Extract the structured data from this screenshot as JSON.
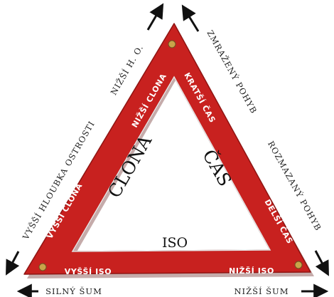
{
  "colors": {
    "band": "#c8211f",
    "band_edge": "#8e1412",
    "band_shadow": "#5a0d0c",
    "rivet": "#c9a44a"
  },
  "triangle": {
    "center_left": "CLONA",
    "center_right": "ČAS",
    "center_bottom": "ISO"
  },
  "bands": {
    "left_top": "NIŽŠÍ CLONA",
    "left_bottom": "VYŠŠÍ CLONA",
    "right_top": "KRATŠÍ ČAS",
    "right_bottom": "DELŠÍ ČAS",
    "bottom_left": "VYŠŠÍ ISO",
    "bottom_right": "NIŽŠÍ ISO"
  },
  "outer_labels": {
    "left_upper": "NIŽŠÍ H. O.",
    "left_lower": "VYŠŠÍ HLOUBKA OSTROSTI",
    "right_upper": "ZMRAŽENÝ POHYB",
    "right_lower": "ROZMAZANÝ POHYB",
    "bottom_left": "SILNÝ ŠUM",
    "bottom_right": "NIŽŠÍ ŠUM"
  },
  "icons": [
    "arrow-up-left-icon",
    "arrow-up-right-icon",
    "arrow-down-left-icon",
    "arrow-down-right-icon",
    "arrow-left-icon",
    "arrow-right-icon",
    "rivet-icon"
  ]
}
